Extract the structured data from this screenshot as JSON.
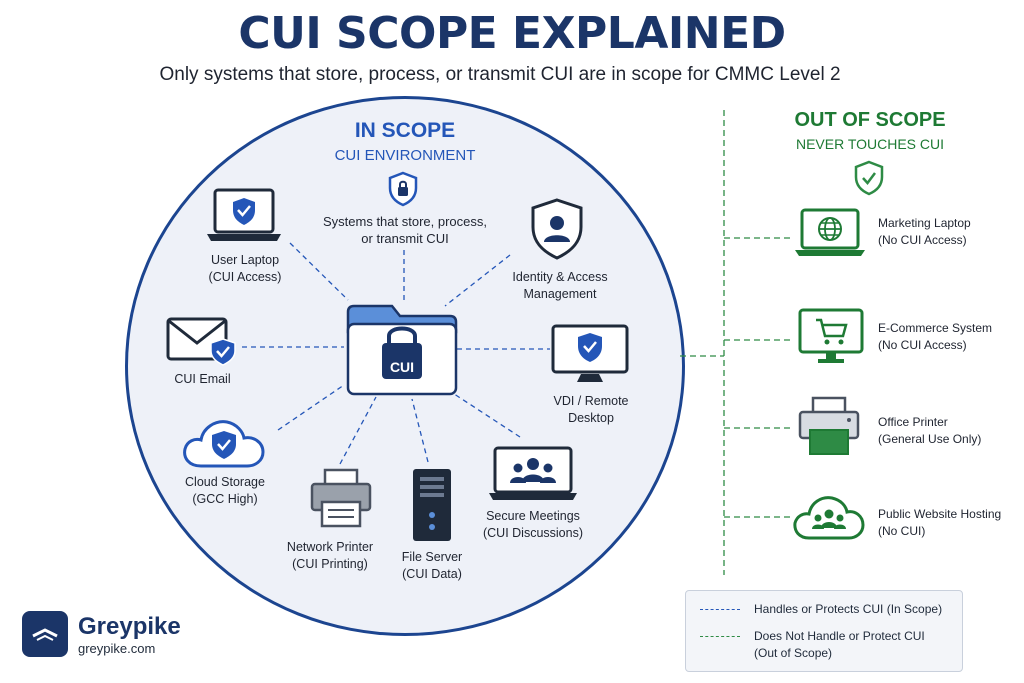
{
  "header": {
    "title": "CUI SCOPE EXPLAINED",
    "subtitle": "Only systems that store, process, or transmit CUI are in scope for CMMC Level 2"
  },
  "in_scope": {
    "title": "IN SCOPE",
    "subtitle": "CUI ENVIRONMENT",
    "description": [
      "Systems that store, process,",
      "or transmit CUI"
    ],
    "center_label": "CUI",
    "nodes": [
      {
        "id": "user-laptop",
        "lines": [
          "User Laptop",
          "(CUI Access)"
        ],
        "icon": "laptop-shield-icon"
      },
      {
        "id": "identity-access",
        "lines": [
          "Identity & Access",
          "Management"
        ],
        "icon": "user-shield-icon"
      },
      {
        "id": "cui-email",
        "lines": [
          "CUI Email"
        ],
        "icon": "envelope-shield-icon"
      },
      {
        "id": "vdi",
        "lines": [
          "VDI / Remote",
          "Desktop"
        ],
        "icon": "monitor-shield-icon"
      },
      {
        "id": "cloud-storage",
        "lines": [
          "Cloud Storage",
          "(GCC High)"
        ],
        "icon": "cloud-shield-icon"
      },
      {
        "id": "secure-meetings",
        "lines": [
          "Secure Meetings",
          "(CUI Discussions)"
        ],
        "icon": "meeting-laptop-icon"
      },
      {
        "id": "network-printer",
        "lines": [
          "Network Printer",
          "(CUI Printing)"
        ],
        "icon": "printer-icon"
      },
      {
        "id": "file-server",
        "lines": [
          "File Server",
          "(CUI Data)"
        ],
        "icon": "server-tower-icon"
      }
    ]
  },
  "out_of_scope": {
    "title": "OUT OF SCOPE",
    "subtitle": "NEVER TOUCHES CUI",
    "nodes": [
      {
        "id": "marketing-laptop",
        "lines": [
          "Marketing Laptop",
          "(No CUI Access)"
        ],
        "icon": "globe-laptop-icon"
      },
      {
        "id": "ecommerce",
        "lines": [
          "E-Commerce System",
          "(No CUI Access)"
        ],
        "icon": "cart-monitor-icon"
      },
      {
        "id": "office-printer",
        "lines": [
          "Office Printer",
          "(General Use Only)"
        ],
        "icon": "printer-icon"
      },
      {
        "id": "public-website",
        "lines": [
          "Public Website Hosting",
          "(No CUI)"
        ],
        "icon": "cloud-people-icon"
      }
    ]
  },
  "legend": {
    "in_scope": "Handles or Protects CUI (In Scope)",
    "out_scope": [
      "Does Not Handle or Protect CUI",
      "(Out of Scope)"
    ]
  },
  "brand": {
    "name": "Greypike",
    "url": "greypike.com"
  },
  "colors": {
    "navy": "#1b3568",
    "blue": "#2456b8",
    "green": "#1e7a34",
    "circle_fill": "#eef1f8"
  }
}
